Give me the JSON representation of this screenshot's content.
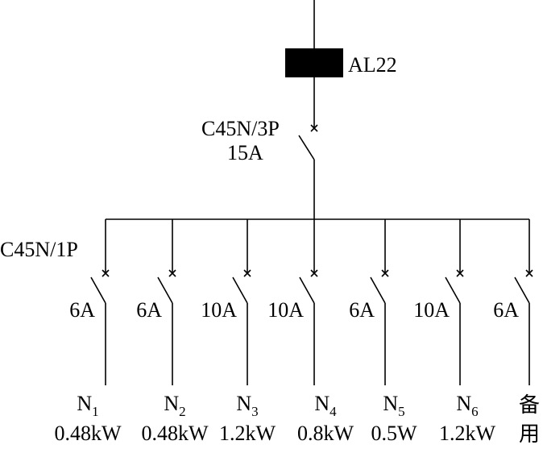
{
  "panel": {
    "name": "AL22"
  },
  "main_breaker": {
    "model": "C45N/3P",
    "rating": "15A"
  },
  "branch_breaker_model": "C45N/1P",
  "branches": [
    {
      "rating": "6A",
      "circuit": "N",
      "index": "1",
      "load": "0.48kW"
    },
    {
      "rating": "6A",
      "circuit": "N",
      "index": "2",
      "load": "0.48kW"
    },
    {
      "rating": "10A",
      "circuit": "N",
      "index": "3",
      "load": "1.2kW"
    },
    {
      "rating": "10A",
      "circuit": "N",
      "index": "4",
      "load": "0.8kW"
    },
    {
      "rating": "6A",
      "circuit": "N",
      "index": "5",
      "load": "0.5W"
    },
    {
      "rating": "10A",
      "circuit": "N",
      "index": "6",
      "load": "1.2kW"
    },
    {
      "rating": "6A",
      "spare_line1": "备",
      "spare_line2": "用"
    }
  ]
}
